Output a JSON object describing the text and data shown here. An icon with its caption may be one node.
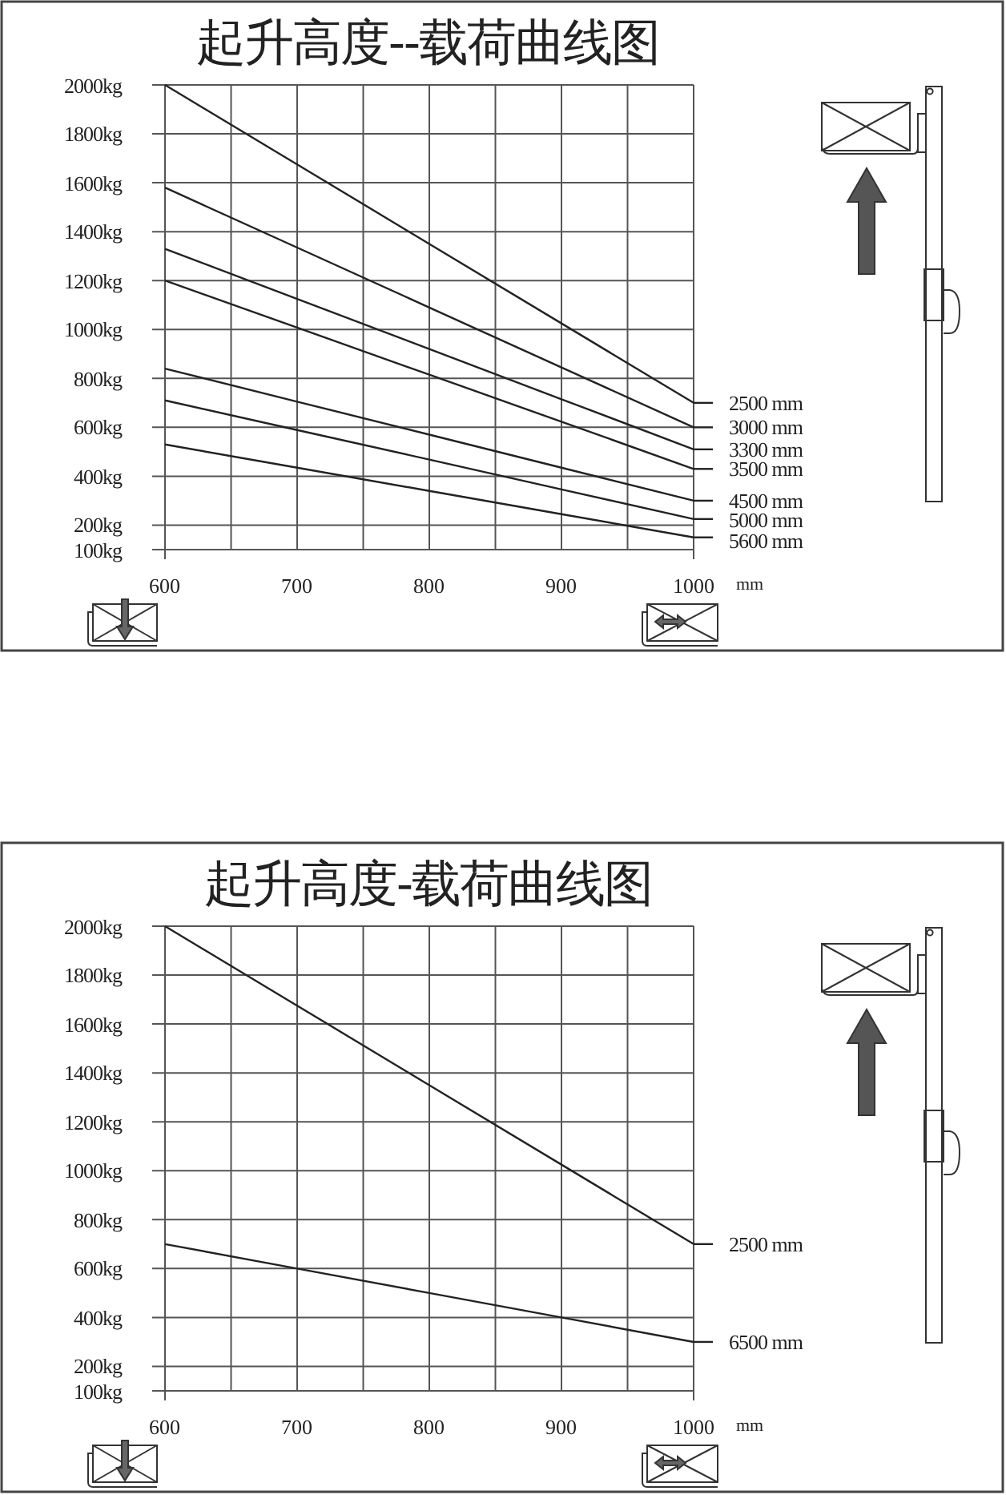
{
  "diagram": {
    "chart_data": [
      {
        "type": "line",
        "title": "起升高度--载荷曲线图",
        "xlabel": "mm",
        "x": [
          600,
          700,
          800,
          900,
          1000
        ],
        "xlim": [
          600,
          1000
        ],
        "ylim": [
          100,
          2000
        ],
        "xticks": [
          600,
          700,
          800,
          900,
          1000
        ],
        "grid": true,
        "legend": true,
        "yticks": [
          {
            "value": 100,
            "label": "100kg"
          },
          {
            "value": 200,
            "label": "200kg"
          },
          {
            "value": 400,
            "label": "400kg"
          },
          {
            "value": 600,
            "label": "600kg"
          },
          {
            "value": 800,
            "label": "800kg"
          },
          {
            "value": 1000,
            "label": "1000kg"
          },
          {
            "value": 1200,
            "label": "1200kg"
          },
          {
            "value": 1400,
            "label": "1400kg"
          },
          {
            "value": 1600,
            "label": "1600kg"
          },
          {
            "value": 1800,
            "label": "1800kg"
          },
          {
            "value": 2000,
            "label": "2000kg"
          }
        ],
        "series": [
          {
            "name": "2500 mm",
            "values": [
              2000,
              1675,
              1350,
              1025,
              700
            ]
          },
          {
            "name": "3000 mm",
            "values": [
              1580,
              1335,
              1090,
              845,
              600
            ]
          },
          {
            "name": "3300 mm",
            "values": [
              1330,
              1125,
              920,
              715,
              510
            ]
          },
          {
            "name": "3500 mm",
            "values": [
              1200,
              1008,
              815,
              623,
              430
            ]
          },
          {
            "name": "4500 mm",
            "values": [
              840,
              705,
              570,
              435,
              300
            ]
          },
          {
            "name": "5000 mm",
            "values": [
              710,
              589,
              468,
              346,
              225
            ]
          },
          {
            "name": "5600 mm",
            "values": [
              530,
              435,
              340,
              245,
              150
            ]
          }
        ]
      },
      {
        "type": "line",
        "title": "起升高度-载荷曲线图",
        "xlabel": "mm",
        "x": [
          600,
          700,
          800,
          900,
          1000
        ],
        "xlim": [
          600,
          1000
        ],
        "ylim": [
          100,
          2000
        ],
        "xticks": [
          600,
          700,
          800,
          900,
          1000
        ],
        "grid": true,
        "legend": true,
        "yticks": [
          {
            "value": 100,
            "label": "100kg"
          },
          {
            "value": 200,
            "label": "200kg"
          },
          {
            "value": 400,
            "label": "400kg"
          },
          {
            "value": 600,
            "label": "600kg"
          },
          {
            "value": 800,
            "label": "800kg"
          },
          {
            "value": 1000,
            "label": "1000kg"
          },
          {
            "value": 1200,
            "label": "1200kg"
          },
          {
            "value": 1400,
            "label": "1400kg"
          },
          {
            "value": 1600,
            "label": "1600kg"
          },
          {
            "value": 1800,
            "label": "1800kg"
          },
          {
            "value": 2000,
            "label": "2000kg"
          }
        ],
        "series": [
          {
            "name": "2500 mm",
            "values": [
              2000,
              1675,
              1350,
              1025,
              700
            ]
          },
          {
            "name": "6500 mm",
            "values": [
              700,
              600,
              500,
              400,
              300
            ]
          }
        ]
      }
    ]
  }
}
